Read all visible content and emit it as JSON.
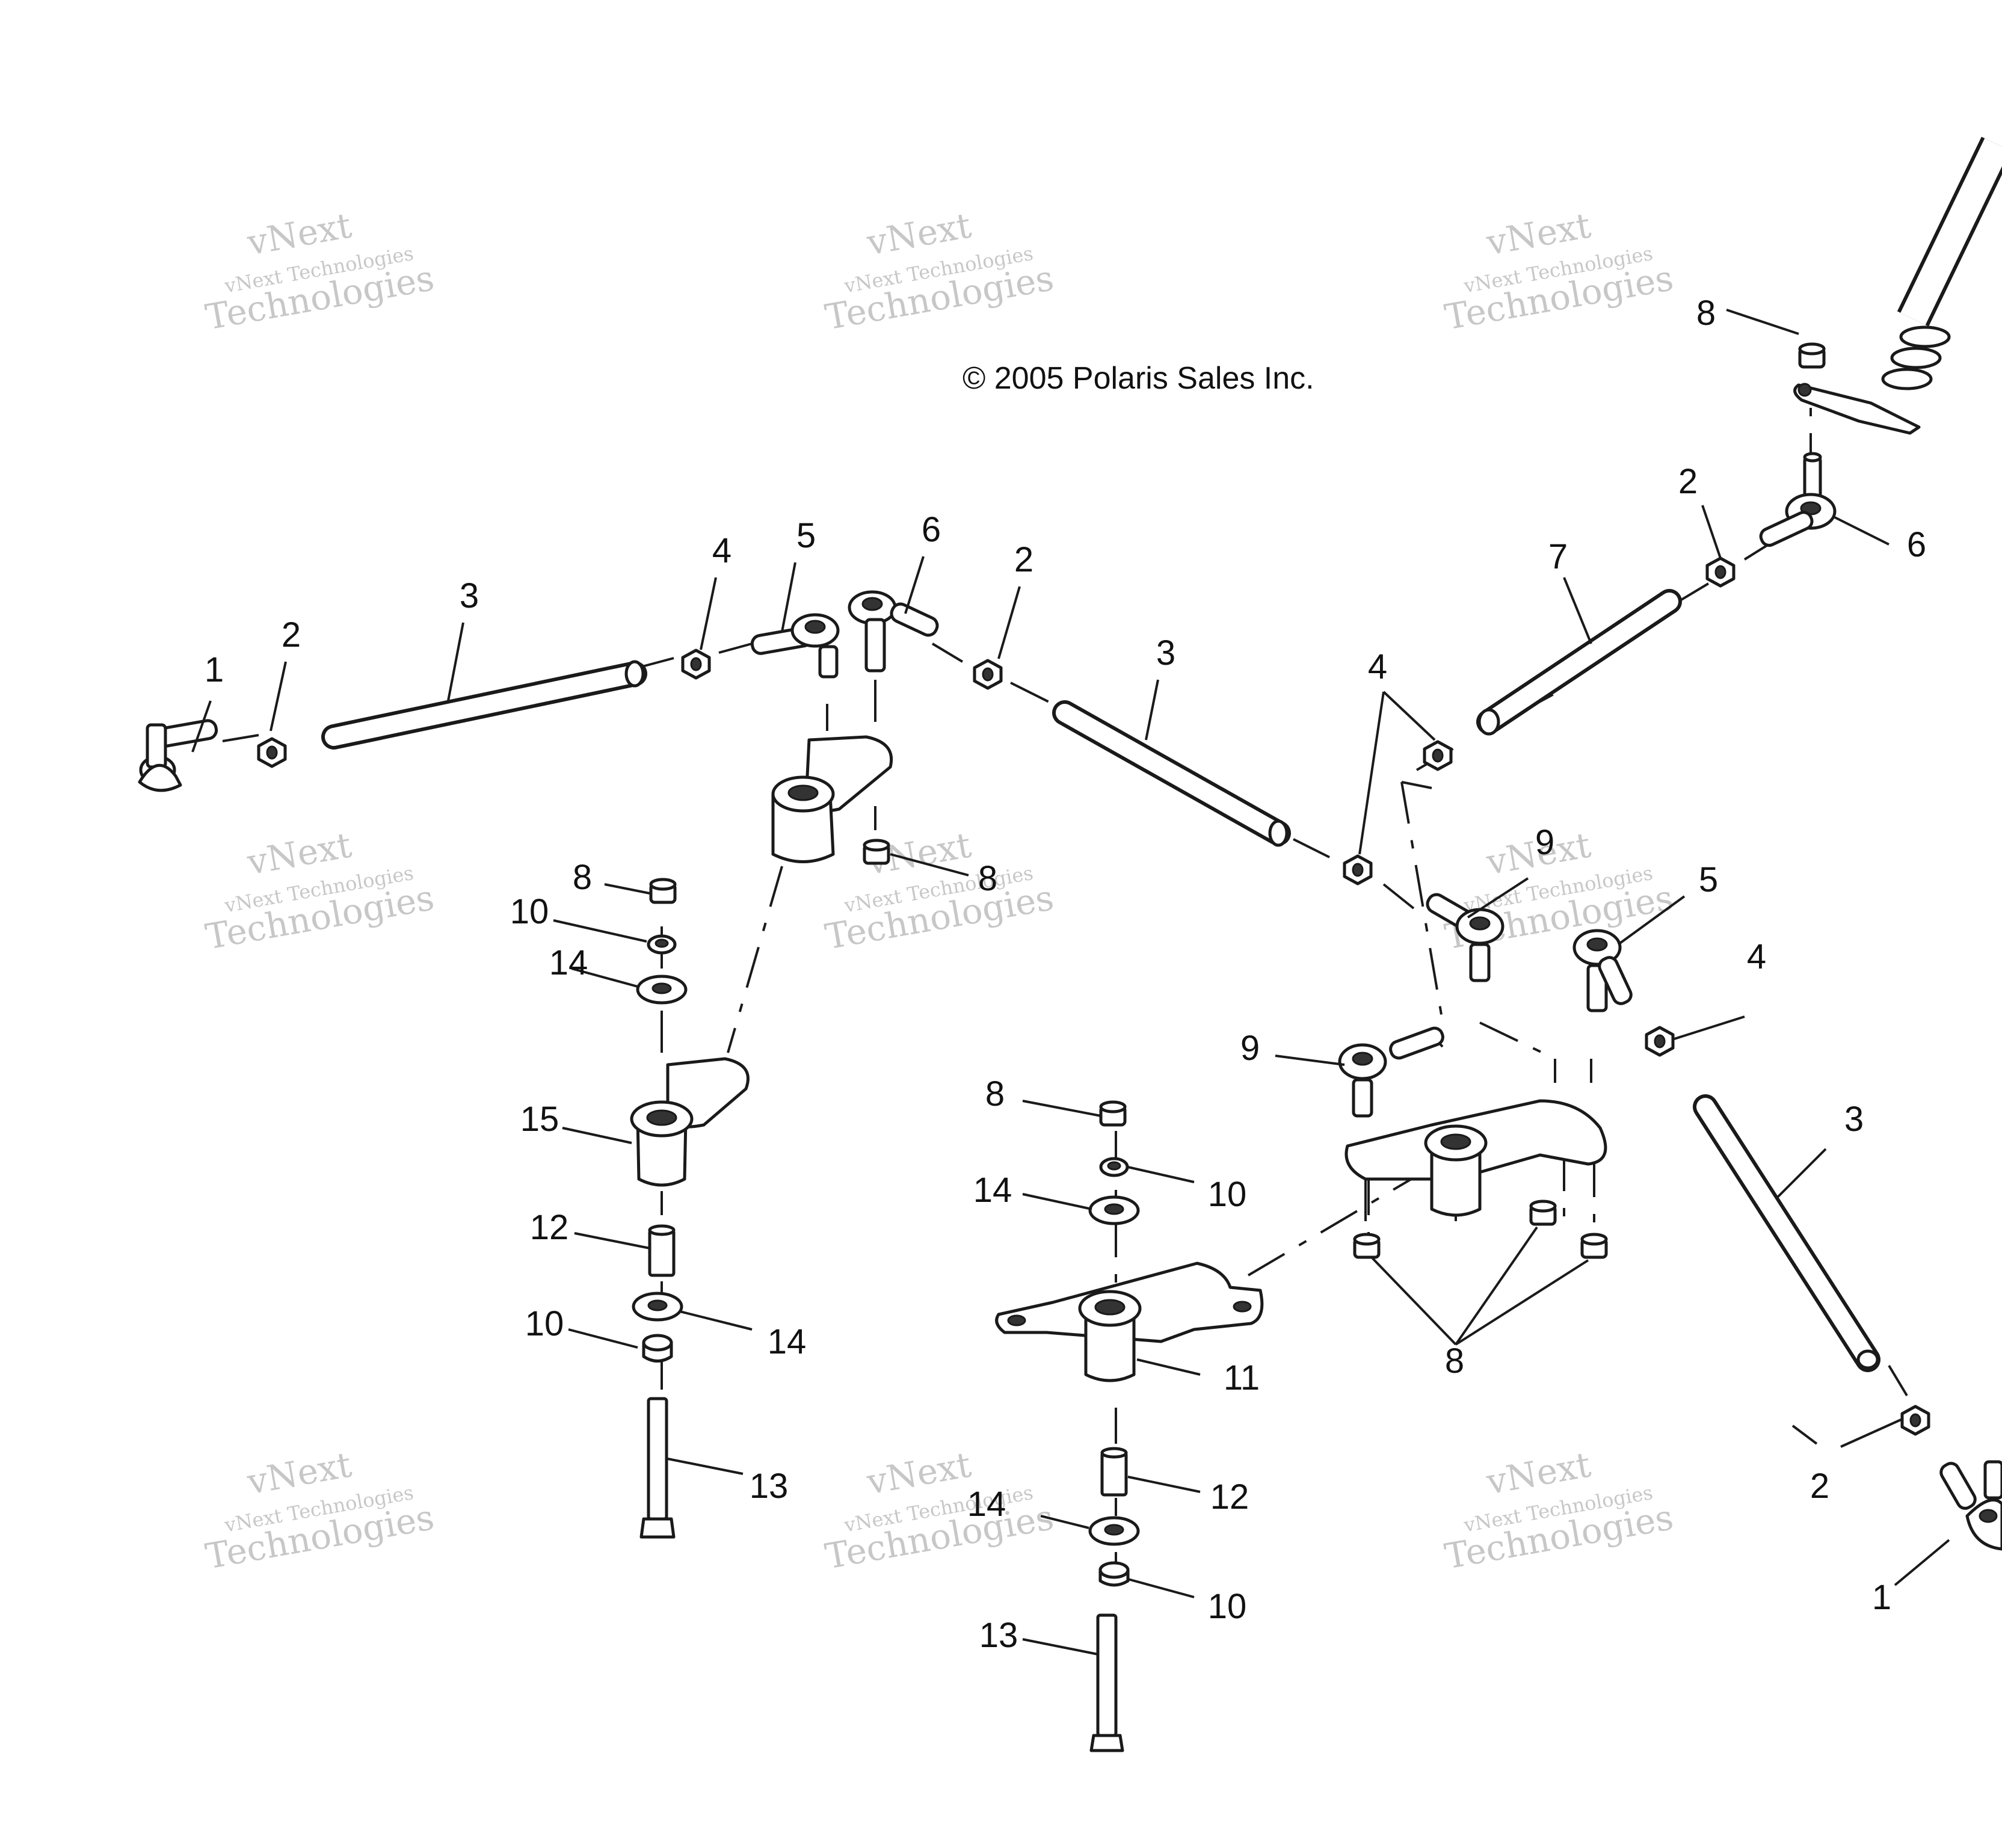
{
  "copyright": "© 2005 Polaris Sales Inc.",
  "watermark": {
    "top": "vNext",
    "middle": "vNext Technologies",
    "bottom": "Technologies"
  },
  "callouts": {
    "c1a": "1",
    "c2a": "2",
    "c3a": "3",
    "c4a": "4",
    "c5a": "5",
    "c6a": "6",
    "c2b": "2",
    "c3b": "3",
    "c4b": "4",
    "c7": "7",
    "c8a": "8",
    "c2c": "2",
    "c6b": "6",
    "c8b": "8",
    "c10a": "10",
    "c14a": "14",
    "c8c": "8",
    "c15": "15",
    "c12a": "12",
    "c10b": "10",
    "c14b": "14",
    "c13a": "13",
    "c9a": "9",
    "c9b": "9",
    "c5b": "5",
    "c4c": "4",
    "c3c": "3",
    "c8d": "8",
    "c10c": "10",
    "c14c": "14",
    "c11": "11",
    "c12b": "12",
    "c14d": "14",
    "c10d": "10",
    "c13b": "13",
    "c8e": "8",
    "c2d": "2",
    "c1b": "1"
  },
  "colors": {
    "line": "#1a1a1a",
    "watermark": "#9a9a9a",
    "background": "#ffffff"
  }
}
